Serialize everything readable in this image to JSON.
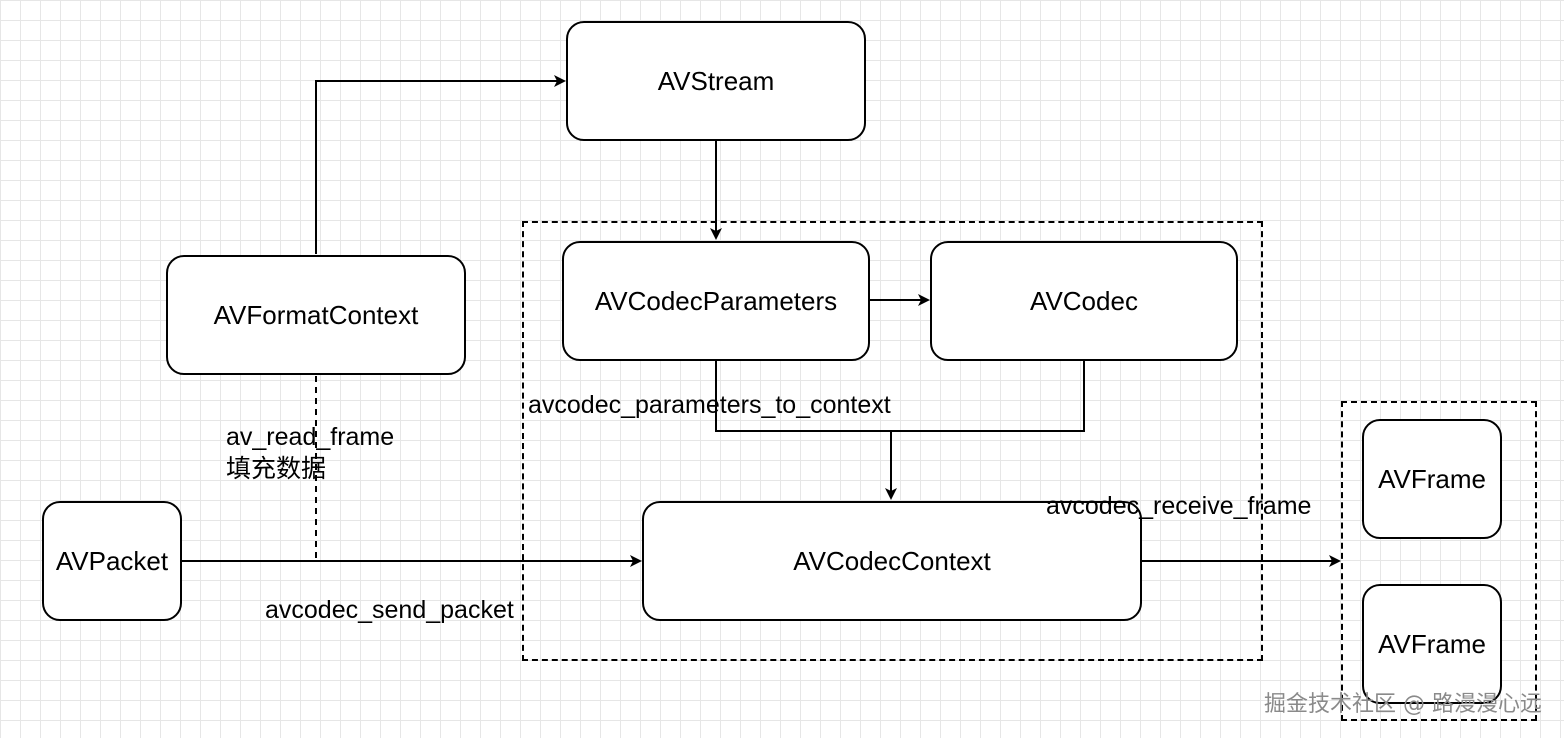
{
  "nodes": {
    "avstream": "AVStream",
    "avformatcontext": "AVFormatContext",
    "avcodecparameters": "AVCodecParameters",
    "avcodec": "AVCodec",
    "avcodeccontext": "AVCodecContext",
    "avpacket": "AVPacket",
    "avframe_1": "AVFrame",
    "avframe_2": "AVFrame"
  },
  "edge_labels": {
    "params_to_context": "avcodec_parameters_to_context",
    "read_frame_line1": "av_read_frame",
    "read_frame_line2": "填充数据",
    "send_packet": "avcodec_send_packet",
    "receive_frame": "avcodec_receive_frame"
  },
  "watermark": "掘金技术社区 @ 路漫漫心远"
}
